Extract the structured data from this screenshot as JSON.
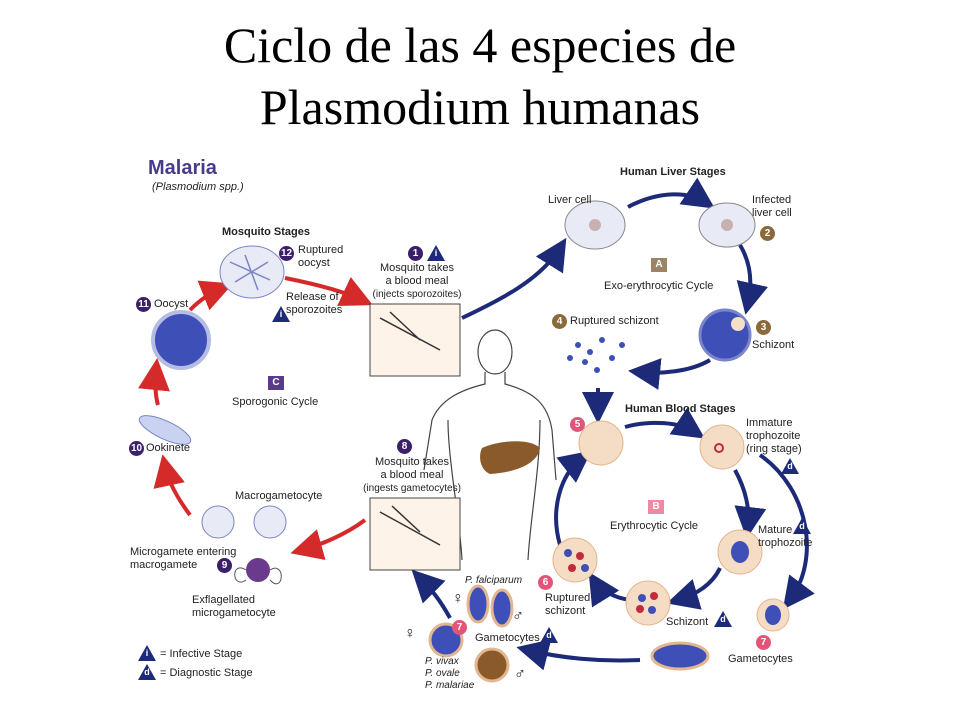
{
  "slide": {
    "title_line1": "Ciclo de las 4 especies de",
    "title_line2": "Plasmodium humanas"
  },
  "diagram": {
    "header_title": "Malaria",
    "header_subtitle": "(Plasmodium spp.)",
    "sections": {
      "mosquito_stages": "Mosquito Stages",
      "human_liver_stages": "Human Liver Stages",
      "human_blood_stages": "Human Blood Stages"
    },
    "cycles": {
      "a_letter": "A",
      "a_label": "Exo-erythrocytic Cycle",
      "b_letter": "B",
      "b_label": "Erythrocytic Cycle",
      "c_letter": "C",
      "c_label": "Sporogonic Cycle"
    },
    "stages": {
      "s1_num": "1",
      "s1_line1": "Mosquito takes",
      "s1_line2": "a blood meal",
      "s1_line3": "(injects sporozoites)",
      "s2_num": "2",
      "s2_line1": "Infected",
      "s2_line2": "liver cell",
      "liver_cell": "Liver cell",
      "s3_num": "3",
      "s3_label": "Schizont",
      "s4_num": "4",
      "s4_label": "Ruptured schizont",
      "s5_num": "5",
      "immature_line1": "Immature",
      "immature_line2": "trophozoite",
      "immature_line3": "(ring stage)",
      "mature_line1": "Mature",
      "mature_line2": "trophozoite",
      "blood_schizont": "Schizont",
      "s6_num": "6",
      "s6_line1": "Ruptured",
      "s6_line2": "schizont",
      "s7_num": "7",
      "s7_label": "Gametocytes",
      "s7b_num": "7",
      "s7b_label": "Gametocytes",
      "s8_num": "8",
      "s8_line1": "Mosquito takes",
      "s8_line2": "a blood meal",
      "s8_line3": "(ingests gametocytes)",
      "s9_num": "9",
      "s9_line1": "Microgamete entering",
      "s9_line2": "macrogamete",
      "macrogametocyte": "Macrogametocyte",
      "exflag_line1": "Exflagellated",
      "exflag_line2": "microgametocyte",
      "s10_num": "10",
      "s10_label": "Ookinete",
      "s11_num": "11",
      "s11_label": "Oocyst",
      "s12_num": "12",
      "s12_line1": "Ruptured",
      "s12_line2": "oocyst",
      "release_line1": "Release of",
      "release_line2": "sporozoites"
    },
    "species": {
      "falciparum": "P. falciparum",
      "vivax": "P. vivax",
      "ovale": "P. ovale",
      "malariae": "P. malariae",
      "female_symbol": "♀",
      "male_symbol": "♂"
    },
    "legend": {
      "infective_symbol": "i",
      "infective_label": "= Infective Stage",
      "diagnostic_symbol": "d",
      "diagnostic_label": "= Diagnostic Stage"
    },
    "colors": {
      "blood_arrow": "#1c2a78",
      "mosquito_arrow": "#d42a2a",
      "purple_badge": "#3b1f6b",
      "cell_fill": "#f5dcc4",
      "parasite_blue": "#3e4fb8",
      "parasite_red": "#c42a3a",
      "liver_brown": "#8a5a2a"
    }
  }
}
